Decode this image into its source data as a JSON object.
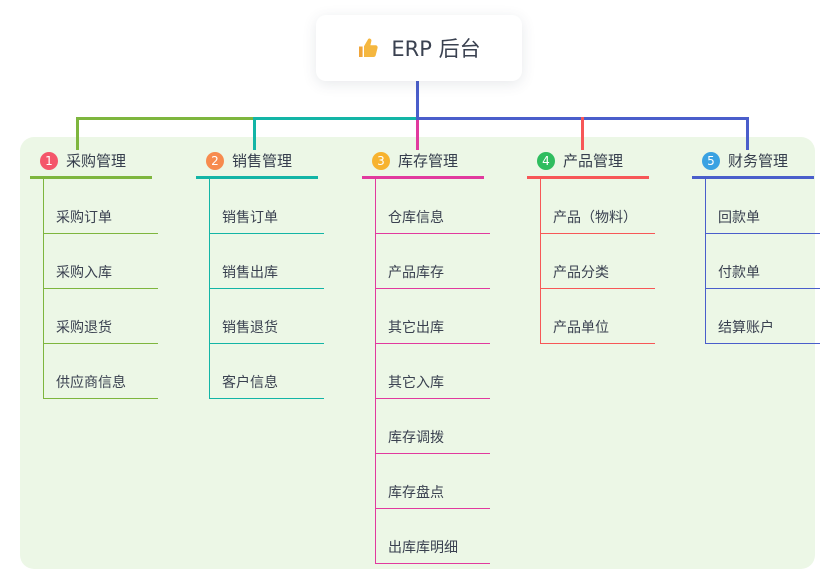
{
  "root": {
    "icon": "thumbs-up",
    "title": "ERP 后台",
    "stem_color": "#4a5ecb",
    "icon_color": "#f5b73f"
  },
  "theme": {
    "panel_bg": "#ecf7e6",
    "node_bg": "#ffffff",
    "text_color": "#3a4150"
  },
  "branches": [
    {
      "num": "1",
      "label": "采购管理",
      "badge_color": "#f4566a",
      "line_color": "#7eb63e",
      "children": [
        "采购订单",
        "采购入库",
        "采购退货",
        "供应商信息"
      ]
    },
    {
      "num": "2",
      "label": "销售管理",
      "badge_color": "#f78b4e",
      "line_color": "#13b5a6",
      "children": [
        "销售订单",
        "销售出库",
        "销售退货",
        "客户信息"
      ]
    },
    {
      "num": "3",
      "label": "库存管理",
      "badge_color": "#f7b32f",
      "line_color": "#e13a9e",
      "children": [
        "仓库信息",
        "产品库存",
        "其它出库",
        "其它入库",
        "库存调拨",
        "库存盘点",
        "出库库明细"
      ]
    },
    {
      "num": "4",
      "label": "产品管理",
      "badge_color": "#2fbd5f",
      "line_color": "#f75757",
      "children": [
        "产品（物料）",
        "产品分类",
        "产品单位"
      ]
    },
    {
      "num": "5",
      "label": "财务管理",
      "badge_color": "#3aa2e2",
      "line_color": "#4a5ecb",
      "children": [
        "回款单",
        "付款单",
        "结算账户"
      ]
    }
  ]
}
